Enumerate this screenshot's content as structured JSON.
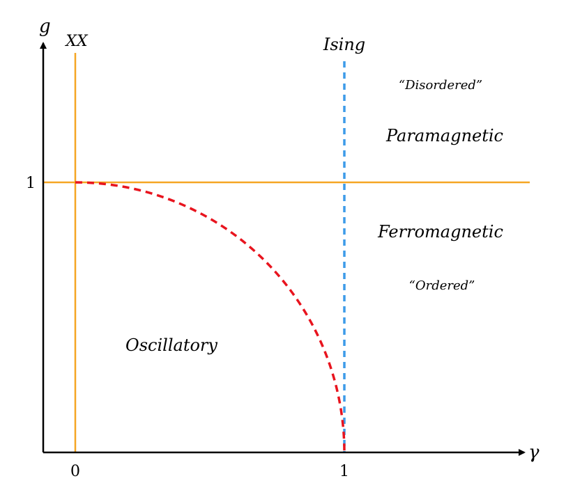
{
  "diagram": {
    "axes": {
      "x_symbol": "γ",
      "y_symbol": "g",
      "x_ticks": [
        "0",
        "1"
      ],
      "y_ticks": [
        "1"
      ]
    },
    "lines": {
      "xx_label": "XX",
      "ising_label": "Ising"
    },
    "regions": {
      "disordered": "“Disordered”",
      "paramagnetic": "Paramagnetic",
      "ferromagnetic": "Ferromagnetic",
      "ordered": "“Ordered”",
      "oscillatory": "Oscillatory"
    },
    "colors": {
      "axis": "#000000",
      "xx_line": "#f5a623",
      "g1_line": "#f5a623",
      "ising_line": "#3d9be9",
      "boundary_curve": "#e8141e"
    }
  }
}
